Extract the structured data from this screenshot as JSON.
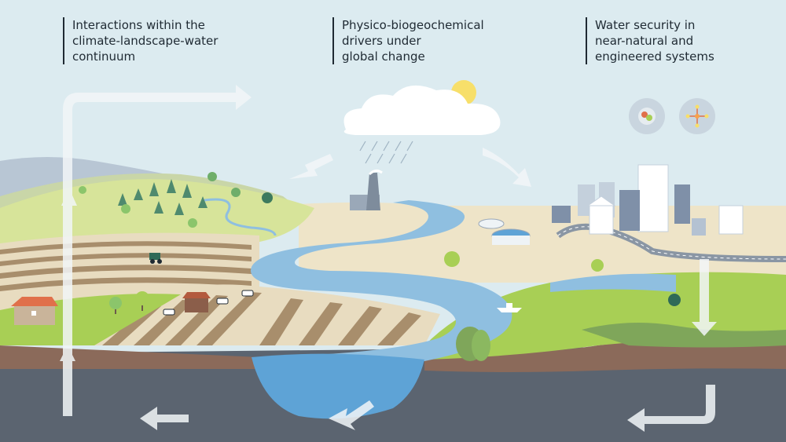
{
  "headings": {
    "interactions": "Interactions within the\nclimate-landscape-water\ncontinuum",
    "drivers": "Physico-biogeochemical\ndrivers under\nglobal change",
    "water_security": "Water security in\nnear-natural and\nengineered systems"
  },
  "icons": {
    "sun": "sun-icon",
    "cloud": "rain-cloud-icon",
    "microorganism": "microorganism-icon",
    "molecule": "molecule-icon"
  },
  "colors": {
    "sky": "#dcebf0",
    "river": "#8fbfe0",
    "lake": "#5ea3d6",
    "field_light": "#e8dcc0",
    "field_dark": "#a88e6c",
    "grass": "#a8cf55",
    "soil": "#8b6a5a",
    "bedrock": "#5b6470",
    "arrow": "#f2f6f8",
    "city": "#b4c2d2"
  }
}
